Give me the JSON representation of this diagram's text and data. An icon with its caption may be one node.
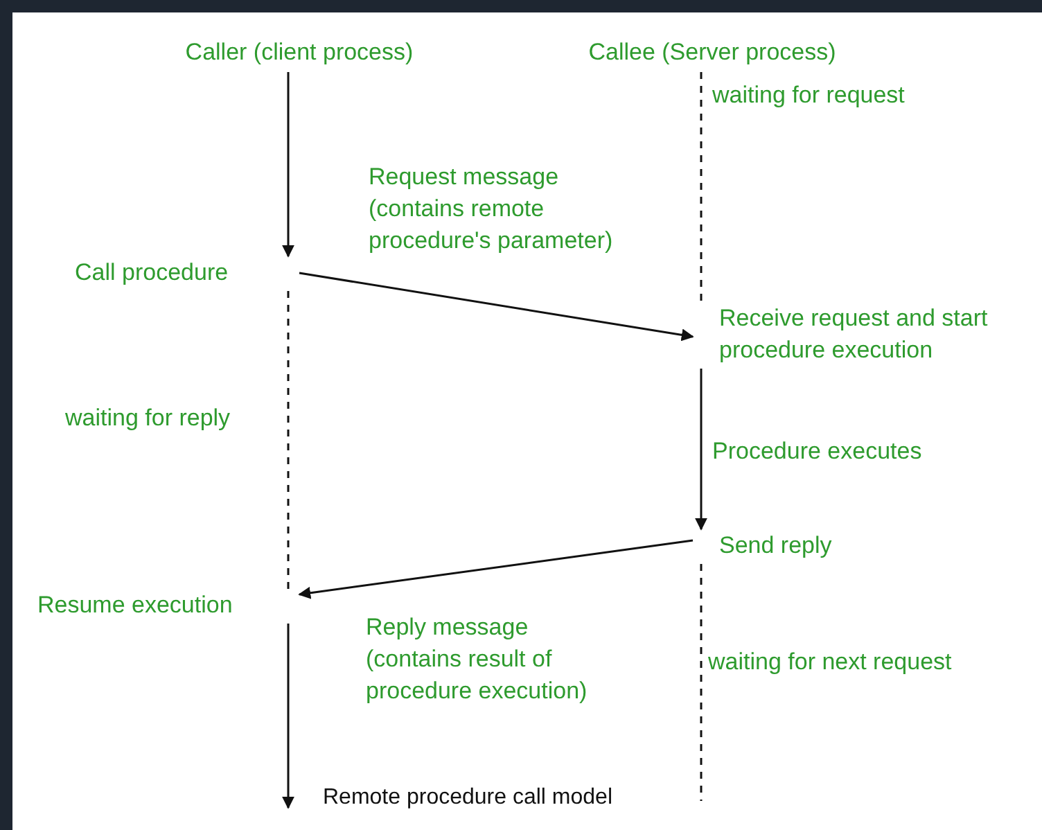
{
  "diagram": {
    "caption": "Remote procedure call model",
    "nodes": [
      {
        "text": [
          "Caller (client process)"
        ]
      },
      {
        "text": [
          "Callee (Server process)"
        ]
      },
      {
        "text": [
          "Call procedure"
        ]
      },
      {
        "text": [
          "Receive request and start procedure execution"
        ]
      },
      {
        "text": [
          "Send reply"
        ]
      },
      {
        "text": [
          "Resume execution"
        ]
      }
    ],
    "edges": [
      {
        "from": 0,
        "to": 2,
        "arrow": "to"
      },
      {
        "from": 1,
        "to": 3,
        "arrow": "none",
        "style": "dashed"
      },
      {
        "from": 2,
        "to": 3,
        "arrow": "to",
        "label": "Request message (contains remote procedure's parameter)"
      },
      {
        "from": 2,
        "to": 5,
        "arrow": "none",
        "style": "dashed"
      },
      {
        "from": 3,
        "to": 4,
        "arrow": "to"
      },
      {
        "from": 4,
        "to": 5,
        "arrow": "to",
        "label": "Reply message (contains result of procedure execution)"
      },
      {
        "from": 5,
        "to": null,
        "arrow": "to"
      },
      {
        "from": 4,
        "to": null,
        "arrow": "none",
        "style": "dashed"
      }
    ],
    "labels": [
      "waiting for request",
      "waiting for reply",
      "Procedure executes",
      "waiting for next request"
    ]
  }
}
